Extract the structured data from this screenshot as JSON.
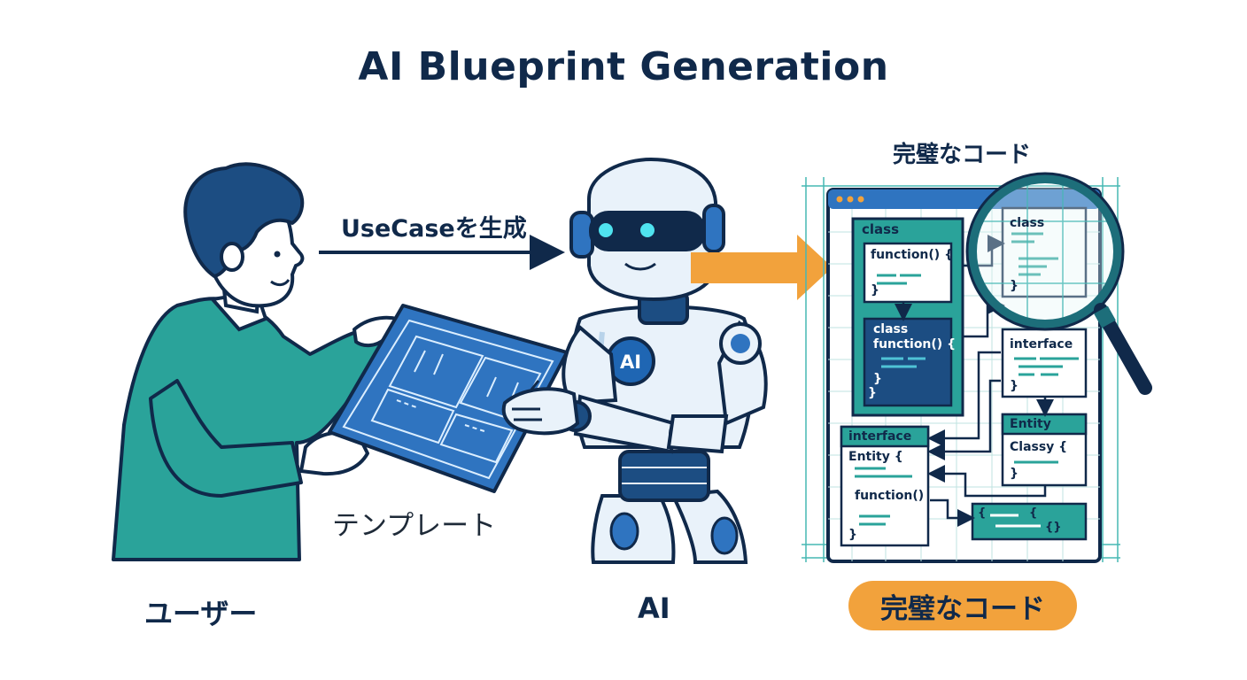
{
  "title": "AI Blueprint Generation",
  "arrow_label": "UseCaseを生成",
  "template_label": "テンプレート",
  "user_label": "ユーザー",
  "ai_label": "AI",
  "robot_chest_badge": "AI",
  "code_section_title": "完璧なコード",
  "code_badge": "完璧なコード",
  "code_boxes": {
    "class_box_1": {
      "keyword": "class",
      "line": "function() {",
      "close": "}"
    },
    "class_box_2": {
      "keyword": "class",
      "line": "function() {",
      "close1": "}",
      "close2": "}"
    },
    "magnified_class": {
      "keyword": "class",
      "close": "}"
    },
    "interface_right": {
      "keyword": "interface",
      "close": "}"
    },
    "entity_box": {
      "header": "Entity",
      "line": "Classy {",
      "close": "}"
    },
    "interface_left": {
      "header": "interface",
      "line1": "Entity {",
      "line2": "function()",
      "close": "}"
    },
    "small_block": {
      "open": "{",
      "open2": "{",
      "close": "{}"
    }
  },
  "colors": {
    "navy": "#10294a",
    "teal": "#2aa39a",
    "dark_teal": "#1d6e7a",
    "blue": "#2f74c0",
    "orange": "#f2a23c",
    "grid": "#46b8b4"
  },
  "icons": [
    "robot-icon",
    "person-icon",
    "blueprint-icon",
    "magnifier-icon",
    "arrow-right-icon"
  ]
}
